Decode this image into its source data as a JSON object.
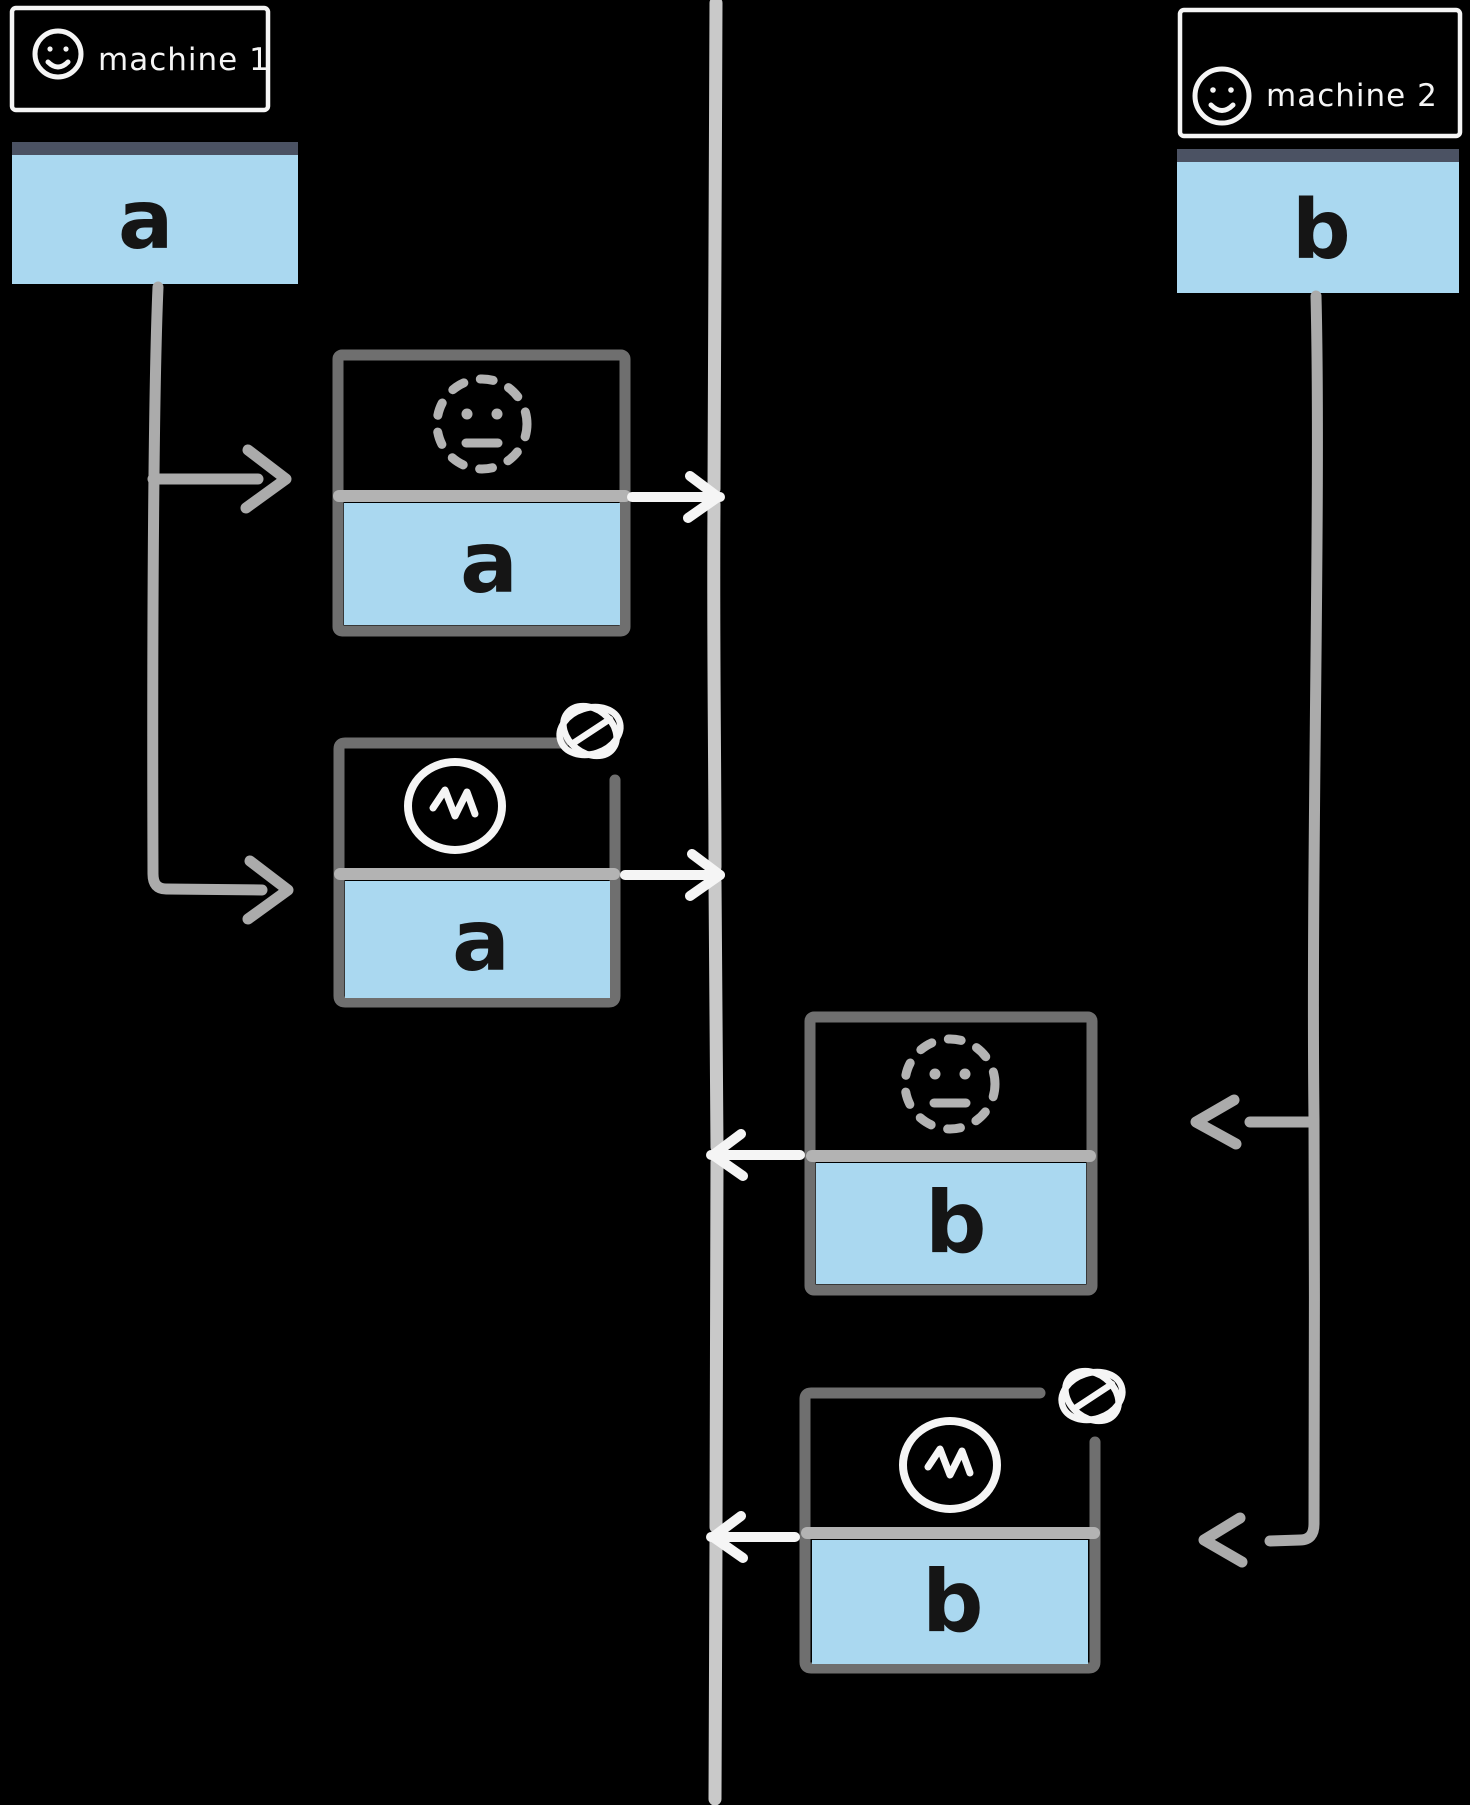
{
  "page": {
    "title": "two machines committing files to a shared timeline",
    "background": "#000000"
  },
  "machine1": {
    "label": "machine 1",
    "file_label": "a"
  },
  "machine2": {
    "label": "machine 2",
    "file_label": "b"
  },
  "commits": {
    "a1": {
      "file_label": "a",
      "snapshot": "dashed-placeholder-face"
    },
    "a2": {
      "file_label": "a",
      "snapshot": "white-scribble-circle",
      "highlight": "white-scribble-star"
    },
    "b1": {
      "file_label": "b",
      "snapshot": "dashed-placeholder-face"
    },
    "b2": {
      "file_label": "b",
      "snapshot": "white-scribble-circle",
      "highlight": "white-scribble-star"
    }
  },
  "icons": {
    "machine1_icon": "face-icon",
    "machine2_icon": "face-icon",
    "snapshot_unchanged": "dashed-circle-face-icon",
    "snapshot_changed": "scribbled-circle-icon",
    "highlight_mark": "scribble-star-icon"
  },
  "colors": {
    "background": "#000000",
    "file_fill": "#aad8f0",
    "file_header": "#4b5263",
    "commit_border": "#6f6f6f",
    "divider": "#b3b3b3",
    "snapshot_icon": "#b3b3b3",
    "machine_line": "#ababab",
    "timeline": "#c9c9c9",
    "highlight_white": "#f5f5f5",
    "letter": "#151515"
  }
}
